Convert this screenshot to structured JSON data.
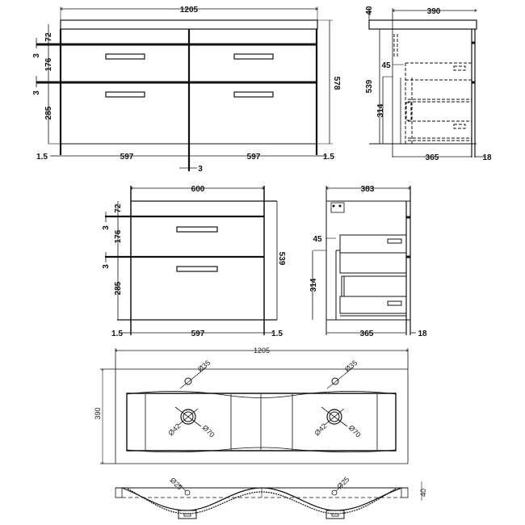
{
  "title": "Double drawer vanity unit with twin basin - technical drawing",
  "colors": {
    "line": "#111111",
    "background": "#ffffff"
  },
  "front_double": {
    "width_total": "1205",
    "height_total": "578",
    "top_rail": "72",
    "gap1": "3",
    "drawer_top": "176",
    "gap2": "3",
    "drawer_bottom": "285",
    "side_left": "1.5",
    "side_right": "1.5",
    "unit_left": "597",
    "unit_right": "597",
    "center_gap": "3"
  },
  "side_double": {
    "depth_top": "390",
    "top_thickness": "40",
    "height": "539",
    "drawer_inset": "45",
    "lower_height": "314",
    "body_depth": "365",
    "door_thickness": "18"
  },
  "front_single": {
    "width_total": "600",
    "top_rail": "72",
    "gap1": "3",
    "drawer_top": "176",
    "gap2": "3",
    "drawer_bottom": "285",
    "height": "539",
    "side_left": "1.5",
    "unit": "597",
    "side_right": "1.5"
  },
  "side_single": {
    "depth": "383",
    "drawer_inset": "45",
    "lower_height": "314",
    "body_depth": "365",
    "door_thickness": "18"
  },
  "basin_plan": {
    "width": "1205",
    "depth": "390",
    "tap_hole_left": "Ø35",
    "tap_hole_right": "Ø35",
    "waste_inner_left": "Ø42",
    "waste_outer_left": "Ø70",
    "waste_inner_right": "Ø42",
    "waste_outer_right": "Ø70"
  },
  "basin_section": {
    "overflow_left": "Ø25",
    "overflow_right": "Ø25",
    "thickness": "40"
  }
}
